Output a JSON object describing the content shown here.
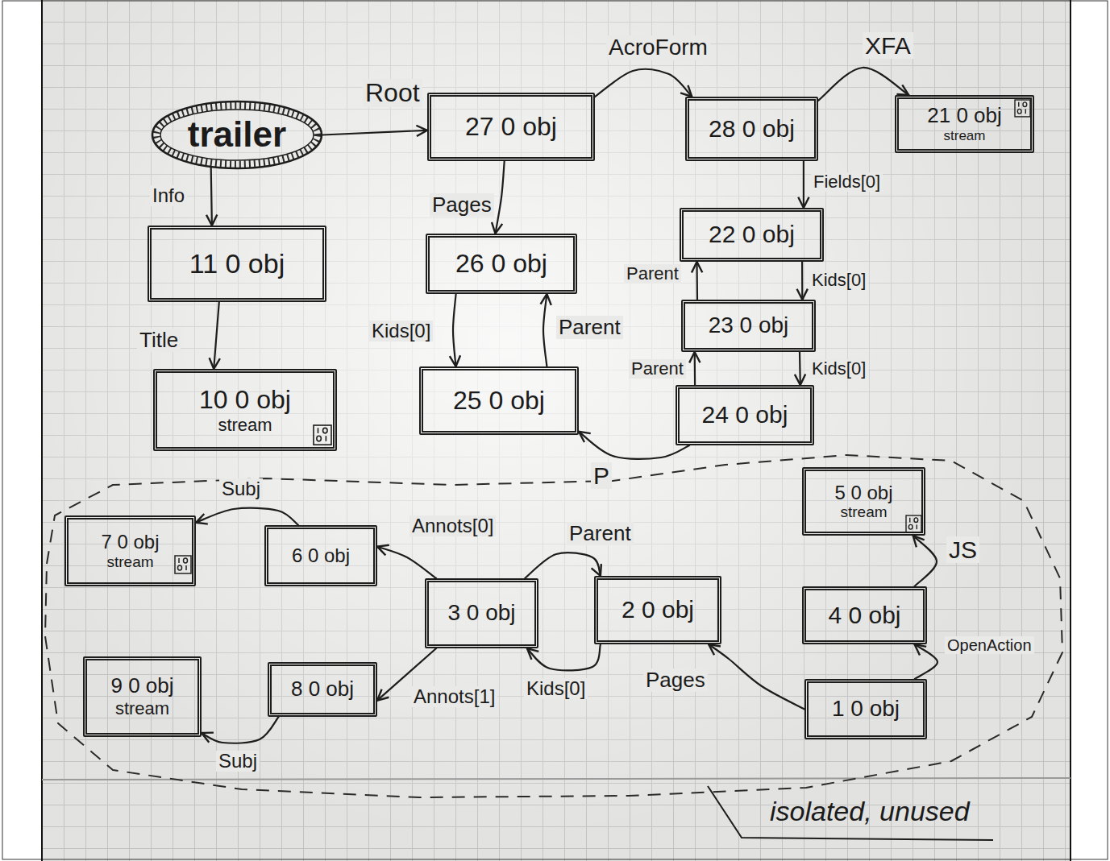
{
  "diagram": {
    "nodes": [
      {
        "text": [
          "trailer"
        ]
      },
      {
        "text": [
          "27 0 obj"
        ]
      },
      {
        "text": [
          "28 0 obj"
        ]
      },
      {
        "text": [
          "21 0 obj",
          "stream"
        ]
      },
      {
        "text": [
          "11 0 obj"
        ]
      },
      {
        "text": [
          "26 0 obj"
        ]
      },
      {
        "text": [
          "22 0 obj"
        ]
      },
      {
        "text": [
          "23 0 obj"
        ]
      },
      {
        "text": [
          "10 0 obj",
          "stream"
        ]
      },
      {
        "text": [
          "25 0 obj"
        ]
      },
      {
        "text": [
          "24 0 obj"
        ]
      },
      {
        "text": [
          "isolated, unused"
        ]
      },
      {
        "text": [
          "5 0 obj",
          "stream"
        ],
        "in": 11
      },
      {
        "text": [
          "7 0 obj",
          "stream"
        ],
        "in": 11
      },
      {
        "text": [
          "6 0 obj"
        ],
        "in": 11
      },
      {
        "text": [
          "3 0 obj"
        ],
        "in": 11
      },
      {
        "text": [
          "2 0 obj"
        ],
        "in": 11
      },
      {
        "text": [
          "4 0 obj"
        ],
        "in": 11
      },
      {
        "text": [
          "9 0 obj",
          "stream"
        ],
        "in": 11
      },
      {
        "text": [
          "8 0 obj"
        ],
        "in": 11
      },
      {
        "text": [
          "1 0 obj"
        ],
        "in": 11
      }
    ],
    "edges": [
      {
        "from": 0,
        "to": 1,
        "arrow": "to",
        "label": "Root"
      },
      {
        "from": 0,
        "to": 4,
        "arrow": "to",
        "label": "Info"
      },
      {
        "from": 1,
        "to": 2,
        "arrow": "to",
        "label": "AcroForm"
      },
      {
        "from": 2,
        "to": 3,
        "arrow": "to",
        "label": "XFA"
      },
      {
        "from": 1,
        "to": 5,
        "arrow": "to",
        "label": "Pages"
      },
      {
        "from": 4,
        "to": 8,
        "arrow": "to",
        "label": "Title"
      },
      {
        "from": 2,
        "to": 6,
        "arrow": "to",
        "label": "Fields[0]"
      },
      {
        "from": 5,
        "to": 9,
        "arrow": "to",
        "label": "Kids[0]"
      },
      {
        "from": 9,
        "to": 5,
        "arrow": "to",
        "label": "Parent"
      },
      {
        "from": 6,
        "to": 7,
        "arrow": "to",
        "label": "Kids[0]"
      },
      {
        "from": 7,
        "to": 6,
        "arrow": "to",
        "label": "Parent"
      },
      {
        "from": 7,
        "to": 10,
        "arrow": "to",
        "label": "Kids[0]"
      },
      {
        "from": 10,
        "to": 7,
        "arrow": "to",
        "label": "Parent"
      },
      {
        "from": 10,
        "to": 9,
        "arrow": "to",
        "label": "P"
      },
      {
        "from": 14,
        "to": 13,
        "arrow": "to",
        "label": "Subj"
      },
      {
        "from": 15,
        "to": 14,
        "arrow": "to",
        "label": "Annots[0]"
      },
      {
        "from": 15,
        "to": 16,
        "arrow": "to",
        "label": "Parent"
      },
      {
        "from": 16,
        "to": 15,
        "arrow": "to",
        "label": "Kids[0]"
      },
      {
        "from": 15,
        "to": 19,
        "arrow": "to",
        "label": "Annots[1]"
      },
      {
        "from": 19,
        "to": 18,
        "arrow": "to",
        "label": "Subj"
      },
      {
        "from": 20,
        "to": 16,
        "arrow": "to",
        "label": "Pages"
      },
      {
        "from": 20,
        "to": 17,
        "arrow": "to",
        "label": "OpenAction"
      },
      {
        "from": 17,
        "to": 12,
        "arrow": "to",
        "label": "JS"
      }
    ]
  }
}
